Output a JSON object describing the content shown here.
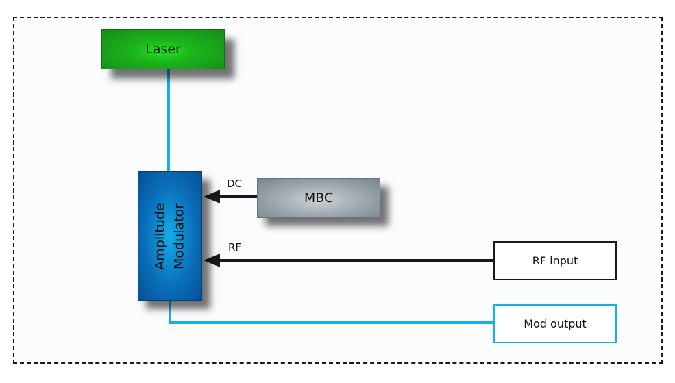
{
  "diagram": {
    "title": "",
    "blocks": {
      "laser": {
        "label": "Laser",
        "color": "#1bb51b"
      },
      "modulator": {
        "label_line1": "Amplitude",
        "label_line2": "Modulator",
        "color": "#0a6fbb"
      },
      "mbc": {
        "label": "MBC",
        "color": "#a3adb3"
      },
      "rf_input": {
        "label": "RF input",
        "border_color": "#1a1a1a"
      },
      "mod_output": {
        "label": "Mod output",
        "border_color": "#12b1ea"
      }
    },
    "connections": [
      {
        "from": "Laser",
        "to": "Amplitude Modulator",
        "type": "optical",
        "color": "#12b1ea"
      },
      {
        "from": "MBC",
        "to": "Amplitude Modulator",
        "type": "electrical",
        "label": "DC",
        "color": "#1a1a1a",
        "arrow": true
      },
      {
        "from": "RF input",
        "to": "Amplitude Modulator",
        "type": "electrical",
        "label": "RF",
        "color": "#1a1a1a",
        "arrow": true
      },
      {
        "from": "Amplitude Modulator",
        "to": "Mod output",
        "type": "optical",
        "color": "#12b1ea"
      }
    ],
    "edge_labels": {
      "dc": "DC",
      "rf": "RF"
    }
  }
}
